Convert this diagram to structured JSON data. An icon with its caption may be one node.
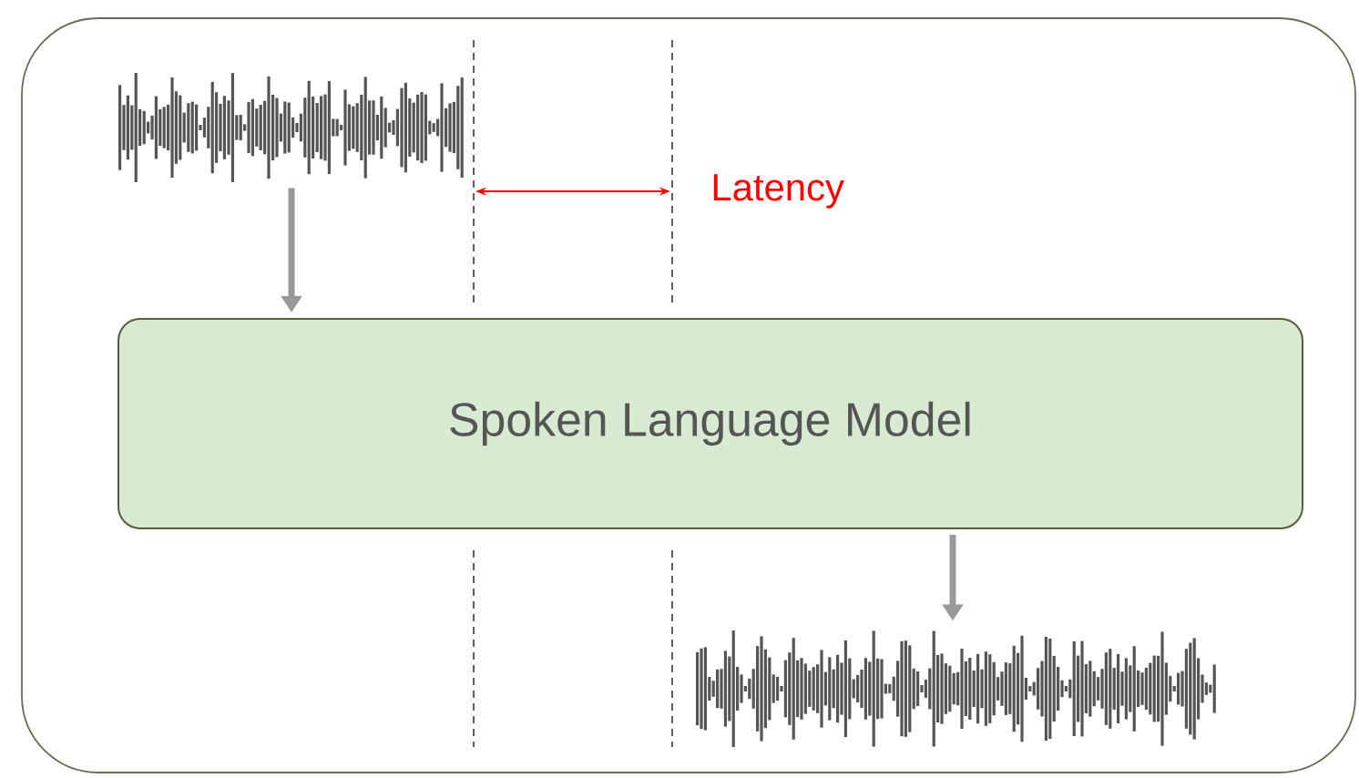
{
  "diagram": {
    "nodes": [
      {
        "text": [],
        "shape": "picture"
      },
      {
        "text": [
          "Spoken Language Model"
        ]
      },
      {
        "text": [],
        "shape": "picture"
      }
    ],
    "edges": [
      {
        "from": 0,
        "to": 1,
        "arrow": "to"
      },
      {
        "from": 1,
        "to": 2,
        "arrow": "to"
      }
    ],
    "labels": [
      "Latency"
    ]
  }
}
